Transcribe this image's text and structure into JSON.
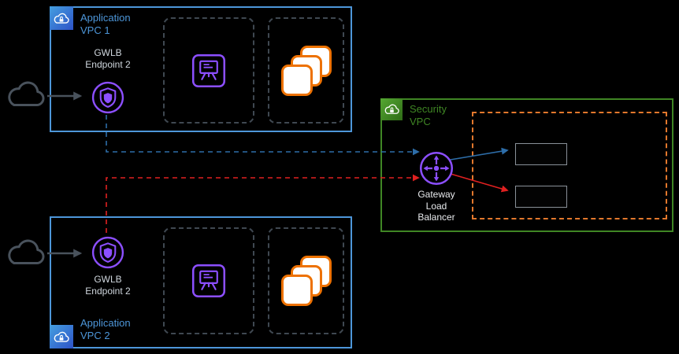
{
  "canvas": {
    "background": "#000000"
  },
  "colors": {
    "app_vpc_blue": "#4d96d9",
    "security_vpc_green": "#3f8624",
    "endpoint_purple": "#8c4fff",
    "instance_orange": "#ed7100",
    "subnet_dash_gray": "#3f4851",
    "target_group_orange": "#e3782c",
    "flow_blue": "#2d6da8",
    "flow_red": "#e02020",
    "arrow_gray": "#49525c"
  },
  "app_vpc1": {
    "title": "Application\nVPC 1",
    "endpoint_label": "GWLB\nEndpoint 2"
  },
  "app_vpc2": {
    "title": "Application\nVPC 2",
    "endpoint_label": "GWLB\nEndpoint 2"
  },
  "security_vpc": {
    "title": "Security\nVPC",
    "gwlb_label": "Gateway\nLoad\nBalancer"
  },
  "icons": {
    "internet_cloud": "cloud",
    "vpc_badge": "cloud-lock-badge",
    "gwlb_endpoint": "shield-in-circle",
    "workload": "board-monitor-in-rounded-square",
    "instance_stack": "three-stacked-squares",
    "gateway_load_balancer": "four-way-arrows-in-circle",
    "appliance": "black-box"
  }
}
